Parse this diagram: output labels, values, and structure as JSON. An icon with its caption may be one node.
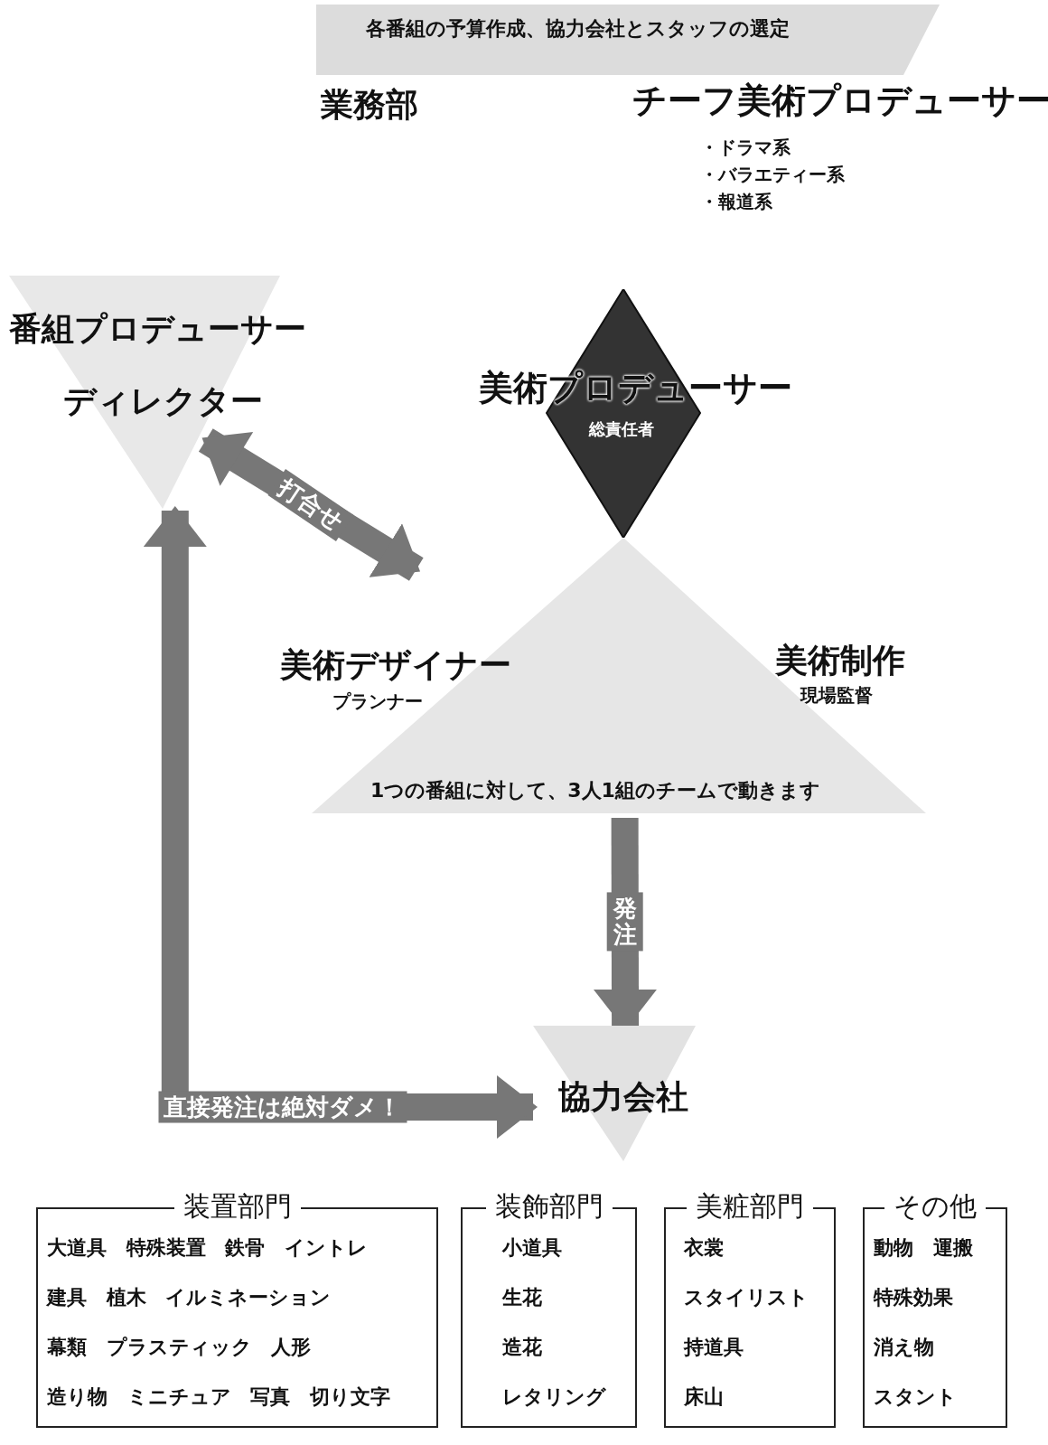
{
  "diagram": {
    "nodes": [
      {
        "text": [
          "各番組の予算作成、協力会社とスタッフの選定"
        ]
      },
      {
        "text": [
          "業務部"
        ]
      },
      {
        "text": [
          "チーフ美術プロデューサー",
          "・ドラマ系",
          "・バラエティー系",
          "・報道系"
        ]
      },
      {
        "text": [
          "番組プロデューサー",
          "ディレクター"
        ]
      },
      {
        "text": [
          "美術プロデューサー",
          "総責任者"
        ]
      },
      {
        "text": [
          "1つの番組に対して、3人1組のチームで動きます"
        ]
      },
      {
        "text": [
          "美術デザイナー",
          "プランナー"
        ],
        "in": 5
      },
      {
        "text": [
          "美術制作",
          "現場監督"
        ],
        "in": 5
      },
      {
        "text": [
          "協力会社"
        ]
      },
      {
        "text": [
          "装置部門",
          "大道具 特殊装置 鉄骨 イントレ",
          "建具 植木 イルミネーション",
          "幕類 プラスティック 人形",
          "造り物 ミニチュア 写真 切り文字"
        ]
      },
      {
        "text": [
          "装飾部門",
          "小道具",
          "生花",
          "造花",
          "レタリング"
        ]
      },
      {
        "text": [
          "美粧部門",
          "衣裳",
          "スタイリスト",
          "持道具",
          "床山"
        ]
      },
      {
        "text": [
          "その他",
          "動物 運搬",
          "特殊効果",
          "消え物",
          "スタント"
        ]
      }
    ],
    "edges": [
      {
        "from": 3,
        "to": 6,
        "arrow": "both",
        "label": "打合せ"
      },
      {
        "from": 5,
        "to": 8,
        "arrow": "to",
        "label": "発注"
      },
      {
        "from": 3,
        "to": 8,
        "arrow": "both",
        "label": "直接発注は絶対ダメ！"
      }
    ]
  }
}
